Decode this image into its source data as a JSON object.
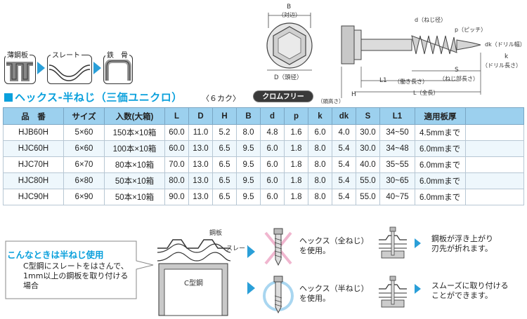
{
  "applications": {
    "items": [
      "薄鋼板",
      "スレート",
      "鉄　骨"
    ]
  },
  "diagram": {
    "hex_top": {
      "B_label": "B",
      "B_desc": "（対辺）",
      "D_label": "D（頭径）"
    },
    "side": {
      "d": "d（ねじ径）",
      "p": "p（ピッチ）",
      "dk": "dk（ドリル幅）",
      "k": "k",
      "k_desc": "（ドリル長さ）",
      "S": "S",
      "S_desc": "（ねじ部長さ）",
      "L1": "L1",
      "L1_desc": "（働き長さ）",
      "L": "L（全長）",
      "H": "H",
      "H_desc": "（頭高さ）"
    }
  },
  "title": {
    "main": "ヘックス-半ねじ（三価ユニクロ）",
    "kaku": "〈６カク〉",
    "badge": "クロムフリー"
  },
  "table": {
    "headers": [
      "品　番",
      "サイズ",
      "入数(大箱)",
      "L",
      "D",
      "H",
      "B",
      "d",
      "p",
      "k",
      "dk",
      "S",
      "L1",
      "適用板厚"
    ],
    "rows": [
      [
        "HJB60H",
        "5×60",
        "150本×10箱",
        "60.0",
        "11.0",
        "5.2",
        "8.0",
        "4.8",
        "1.6",
        "6.0",
        "4.0",
        "30.0",
        "34~50",
        "4.5mmまで"
      ],
      [
        "HJC60H",
        "6×60",
        "100本×10箱",
        "60.0",
        "13.0",
        "6.5",
        "9.5",
        "6.0",
        "1.8",
        "8.0",
        "5.4",
        "30.0",
        "34~48",
        "6.0mmまで"
      ],
      [
        "HJC70H",
        "6×70",
        "80本×10箱",
        "70.0",
        "13.0",
        "6.5",
        "9.5",
        "6.0",
        "1.8",
        "8.0",
        "5.4",
        "40.0",
        "35~55",
        "6.0mmまで"
      ],
      [
        "HJC80H",
        "6×80",
        "50本×10箱",
        "80.0",
        "13.0",
        "6.5",
        "9.5",
        "6.0",
        "1.8",
        "8.0",
        "5.4",
        "55.0",
        "30~65",
        "6.0mmまで"
      ],
      [
        "HJC90H",
        "6×90",
        "50本×10箱",
        "90.0",
        "13.0",
        "6.5",
        "9.5",
        "6.0",
        "1.8",
        "8.0",
        "5.4",
        "55.0",
        "40~75",
        "6.0mmまで"
      ]
    ]
  },
  "usage": {
    "callout_title": "こんなときは半ねじ使用",
    "callout_body": "C型鋼にスレートをはさんで、\n1mm以上の鋼板を取り付ける\n場合",
    "labels": {
      "steel_plate": "鋼板",
      "slate": "スレート",
      "c_steel": "C型鋼"
    },
    "bad_text": "ヘックス（全ねじ）\nを使用。",
    "bad_result": "鋼板が浮き上がり\n刃先が折れます。",
    "good_text": "ヘックス（半ねじ）\nを使用。",
    "good_result": "スムーズに取り付ける\nことができます。"
  },
  "colors": {
    "accent": "#0aa0dc",
    "header_bg": "#9cd0ee",
    "bad_mark": "#f0b6cf"
  }
}
